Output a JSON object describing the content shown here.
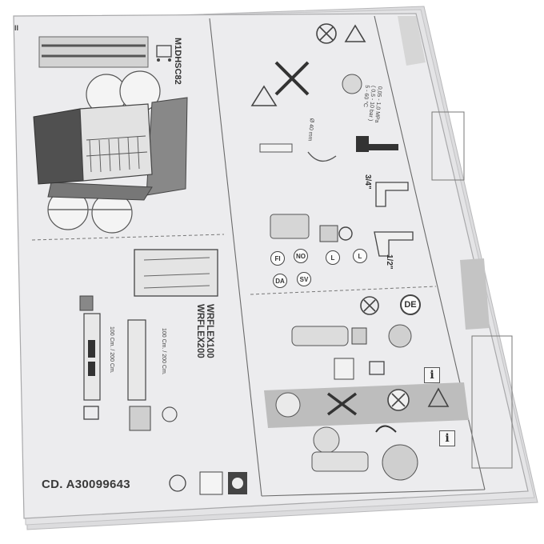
{
  "document": {
    "page_mark": "II",
    "product_code": "CD. A30099643",
    "kit_label": "M1DHSC82",
    "hose_models": [
      "WRFLEX100",
      "WRFLEX200"
    ],
    "hose_length_label": "100 Cm. / 200 Cm.",
    "pressure_lines": [
      "0,05 - 1,0 MPa",
      "( 0,5 - 10 bar )",
      "5 - 60 °C"
    ],
    "diameter_label": "Ø 40 mm",
    "thread_large": "3/4\"",
    "thread_small": "1/2\"",
    "country_codes": [
      "NO",
      "SV",
      "FI",
      "DA"
    ],
    "country_de": "DE",
    "info_symbol": "i"
  },
  "colors": {
    "paper": "#ececee",
    "line": "#555555",
    "band": "#bdbdbd",
    "accent": "#6c6c6c"
  }
}
